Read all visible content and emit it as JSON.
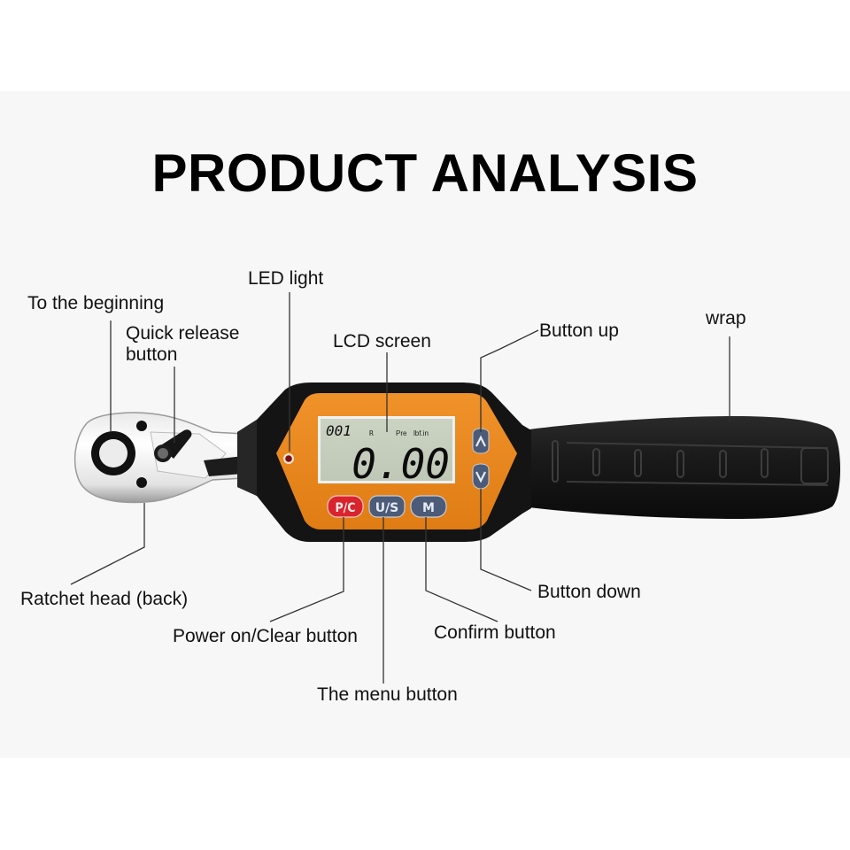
{
  "title": "PRODUCT ANALYSIS",
  "colors": {
    "background_band": "#f7f7f7",
    "body_orange": "#e98a1f",
    "lcd_green": "#c9d1c0",
    "body_black": "#161616",
    "button_red": "#d9232d",
    "button_slate": "#4b5b78"
  },
  "labels": {
    "to_the_beginning": "To the beginning",
    "quick_release_line1": "Quick release",
    "quick_release_line2": "button",
    "led_light": "LED light",
    "lcd_screen": "LCD screen",
    "button_up": "Button up",
    "wrap": "wrap",
    "ratchet_head": "Ratchet head (back)",
    "power_clear": "Power on/Clear button",
    "menu_button": "The menu button",
    "confirm_button": "Confirm button",
    "button_down": "Button down"
  },
  "device": {
    "lcd": {
      "counter": "001",
      "indicator_r": "R",
      "mode": "Pre",
      "unit": "lbf.in",
      "reading": "0.00"
    },
    "buttons": {
      "power_clear": "P/C",
      "units": "U/S",
      "menu": "M",
      "up_icon": "chevron-up",
      "down_icon": "chevron-down"
    }
  }
}
